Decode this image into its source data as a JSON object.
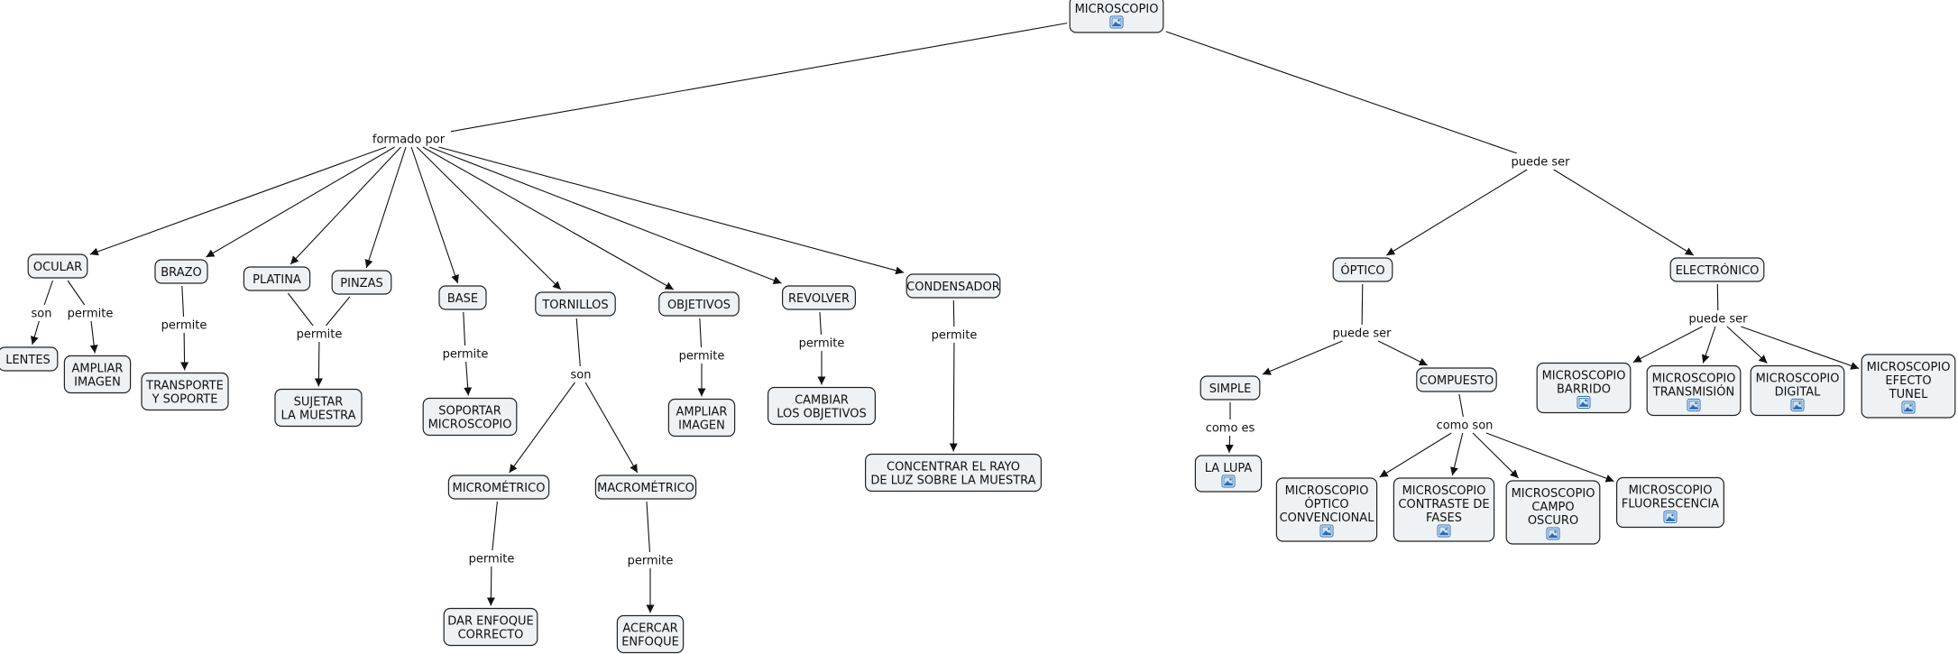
{
  "concept_map": {
    "nodes": [
      {
        "id": "microscopio",
        "lines": [
          "MICROSCOPIO"
        ],
        "icon": "image-icon"
      },
      {
        "id": "ocular",
        "lines": [
          "OCULAR"
        ]
      },
      {
        "id": "lentes",
        "lines": [
          "LENTES"
        ]
      },
      {
        "id": "ampliar1",
        "lines": [
          "AMPLIAR",
          "IMAGEN"
        ]
      },
      {
        "id": "brazo",
        "lines": [
          "BRAZO"
        ]
      },
      {
        "id": "transporte",
        "lines": [
          "TRANSPORTE",
          "Y SOPORTE"
        ]
      },
      {
        "id": "platina",
        "lines": [
          "PLATINA"
        ]
      },
      {
        "id": "pinzas",
        "lines": [
          "PINZAS"
        ]
      },
      {
        "id": "sujetar",
        "lines": [
          "SUJETAR",
          "LA MUESTRA"
        ]
      },
      {
        "id": "base",
        "lines": [
          "BASE"
        ]
      },
      {
        "id": "soportar",
        "lines": [
          "SOPORTAR",
          "MICROSCOPIO"
        ]
      },
      {
        "id": "tornillos",
        "lines": [
          "TORNILLOS"
        ]
      },
      {
        "id": "micrometrico",
        "lines": [
          "MICROMÉTRICO"
        ]
      },
      {
        "id": "macrometrico",
        "lines": [
          "MACROMÉTRICO"
        ]
      },
      {
        "id": "dar_enfoque",
        "lines": [
          "DAR ENFOQUE",
          "CORRECTO"
        ]
      },
      {
        "id": "acercar",
        "lines": [
          "ACERCAR",
          "ENFOQUE"
        ]
      },
      {
        "id": "objetivos",
        "lines": [
          "OBJETIVOS"
        ]
      },
      {
        "id": "ampliar2",
        "lines": [
          "AMPLIAR",
          "IMAGEN"
        ]
      },
      {
        "id": "revolver",
        "lines": [
          "REVOLVER"
        ]
      },
      {
        "id": "cambiar",
        "lines": [
          "CAMBIAR",
          "LOS OBJETIVOS"
        ]
      },
      {
        "id": "condensador",
        "lines": [
          "CONDENSADOR"
        ]
      },
      {
        "id": "concentrar",
        "lines": [
          "CONCENTRAR EL RAYO",
          "DE LUZ SOBRE LA MUESTRA"
        ]
      },
      {
        "id": "optico",
        "lines": [
          "ÓPTICO"
        ]
      },
      {
        "id": "electronico",
        "lines": [
          "ELECTRÓNICO"
        ]
      },
      {
        "id": "simple",
        "lines": [
          "SIMPLE"
        ]
      },
      {
        "id": "compuesto",
        "lines": [
          "COMPUESTO"
        ]
      },
      {
        "id": "lupa",
        "lines": [
          "LA LUPA"
        ],
        "icon": "image-icon"
      },
      {
        "id": "mo_conv",
        "lines": [
          "MICROSCOPIO",
          "ÓPTICO",
          "CONVENCIONAL"
        ],
        "icon": "image-icon"
      },
      {
        "id": "mo_contraste",
        "lines": [
          "MICROSCOPIO",
          "CONTRASTE DE",
          "FASES"
        ],
        "icon": "image-icon"
      },
      {
        "id": "mo_campo",
        "lines": [
          "MICROSCOPIO",
          "CAMPO",
          "OSCURO"
        ],
        "icon": "image-icon"
      },
      {
        "id": "mo_fluor",
        "lines": [
          "MICROSCOPIO",
          "FLUORESCENCIA"
        ],
        "icon": "image-icon"
      },
      {
        "id": "me_barrido",
        "lines": [
          "MICROSCOPIO",
          "BARRIDO"
        ],
        "icon": "image-icon"
      },
      {
        "id": "me_trans",
        "lines": [
          "MICROSCOPIO",
          "TRANSMISIÓN"
        ],
        "icon": "image-icon"
      },
      {
        "id": "me_digital",
        "lines": [
          "MICROSCOPIO",
          "DIGITAL"
        ],
        "icon": "image-icon"
      },
      {
        "id": "me_tunel",
        "lines": [
          "MICROSCOPIO",
          "EFECTO",
          "TUNEL"
        ],
        "icon": "image-icon"
      }
    ],
    "links": [
      {
        "id": "formado_por",
        "text": "formado por"
      },
      {
        "id": "puede_ser_top",
        "text": "puede ser"
      },
      {
        "id": "son_ocular",
        "text": "son"
      },
      {
        "id": "permite_ocular",
        "text": "permite"
      },
      {
        "id": "permite_brazo",
        "text": "permite"
      },
      {
        "id": "permite_platina",
        "text": "permite"
      },
      {
        "id": "permite_base",
        "text": "permite"
      },
      {
        "id": "son_tornillos",
        "text": "son"
      },
      {
        "id": "permite_micro",
        "text": "permite"
      },
      {
        "id": "permite_macro",
        "text": "permite"
      },
      {
        "id": "permite_objetivos",
        "text": "permite"
      },
      {
        "id": "permite_revolver",
        "text": "permite"
      },
      {
        "id": "permite_condensador",
        "text": "permite"
      },
      {
        "id": "puede_ser_optico",
        "text": "puede ser"
      },
      {
        "id": "puede_ser_electronico",
        "text": "puede ser"
      },
      {
        "id": "como_es",
        "text": "como es"
      },
      {
        "id": "como_son",
        "text": "como son"
      }
    ],
    "connections": [
      [
        "microscopio",
        "formado_por"
      ],
      [
        "microscopio",
        "puede_ser_top"
      ],
      [
        "formado_por",
        "ocular"
      ],
      [
        "formado_por",
        "brazo"
      ],
      [
        "formado_por",
        "platina"
      ],
      [
        "formado_por",
        "pinzas"
      ],
      [
        "formado_por",
        "base"
      ],
      [
        "formado_por",
        "tornillos"
      ],
      [
        "formado_por",
        "objetivos"
      ],
      [
        "formado_por",
        "revolver"
      ],
      [
        "formado_por",
        "condensador"
      ],
      [
        "ocular",
        "son_ocular"
      ],
      [
        "son_ocular",
        "lentes"
      ],
      [
        "ocular",
        "permite_ocular"
      ],
      [
        "permite_ocular",
        "ampliar1"
      ],
      [
        "brazo",
        "permite_brazo"
      ],
      [
        "permite_brazo",
        "transporte"
      ],
      [
        "platina",
        "permite_platina"
      ],
      [
        "pinzas",
        "permite_platina"
      ],
      [
        "permite_platina",
        "sujetar"
      ],
      [
        "base",
        "permite_base"
      ],
      [
        "permite_base",
        "soportar"
      ],
      [
        "tornillos",
        "son_tornillos"
      ],
      [
        "son_tornillos",
        "micrometrico"
      ],
      [
        "son_tornillos",
        "macrometrico"
      ],
      [
        "micrometrico",
        "permite_micro"
      ],
      [
        "permite_micro",
        "dar_enfoque"
      ],
      [
        "macrometrico",
        "permite_macro"
      ],
      [
        "permite_macro",
        "acercar"
      ],
      [
        "objetivos",
        "permite_objetivos"
      ],
      [
        "permite_objetivos",
        "ampliar2"
      ],
      [
        "revolver",
        "permite_revolver"
      ],
      [
        "permite_revolver",
        "cambiar"
      ],
      [
        "condensador",
        "permite_condensador"
      ],
      [
        "permite_condensador",
        "concentrar"
      ],
      [
        "puede_ser_top",
        "optico"
      ],
      [
        "puede_ser_top",
        "electronico"
      ],
      [
        "optico",
        "puede_ser_optico"
      ],
      [
        "puede_ser_optico",
        "simple"
      ],
      [
        "puede_ser_optico",
        "compuesto"
      ],
      [
        "simple",
        "como_es"
      ],
      [
        "como_es",
        "lupa"
      ],
      [
        "compuesto",
        "como_son"
      ],
      [
        "como_son",
        "mo_conv"
      ],
      [
        "como_son",
        "mo_contraste"
      ],
      [
        "como_son",
        "mo_campo"
      ],
      [
        "como_son",
        "mo_fluor"
      ],
      [
        "electronico",
        "puede_ser_electronico"
      ],
      [
        "puede_ser_electronico",
        "me_barrido"
      ],
      [
        "puede_ser_electronico",
        "me_trans"
      ],
      [
        "puede_ser_electronico",
        "me_digital"
      ],
      [
        "puede_ser_electronico",
        "me_tunel"
      ]
    ]
  }
}
